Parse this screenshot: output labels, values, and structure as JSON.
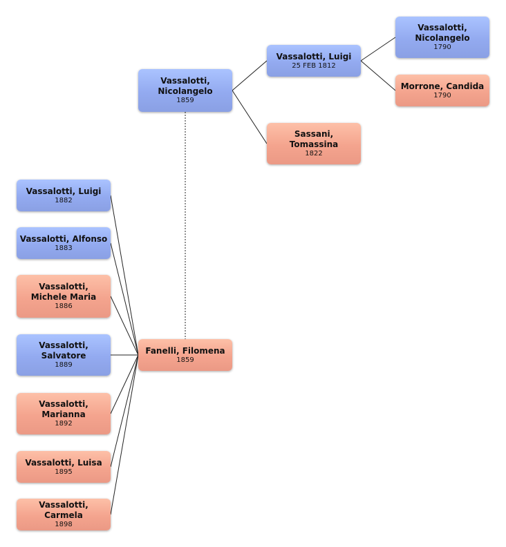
{
  "colors": {
    "male_box": "#93aaf0",
    "female_box": "#f4a48e",
    "connector": "#222222",
    "spouse_link": "#555555"
  },
  "people": {
    "nicolangelo_1859": {
      "name": "Vassalotti, Nicolangelo",
      "date": "1859",
      "sex": "male"
    },
    "luigi_1812": {
      "name": "Vassalotti, Luigi",
      "date": "25 FEB 1812",
      "sex": "male"
    },
    "nicolangelo_1790": {
      "name": "Vassalotti, Nicolangelo",
      "date": "1790",
      "sex": "male"
    },
    "candida_1790": {
      "name": "Morrone, Candida",
      "date": "1790",
      "sex": "female"
    },
    "tomassina_1822": {
      "name": "Sassani, Tomassina",
      "date": "1822",
      "sex": "female"
    },
    "filomena_1859": {
      "name": "Fanelli, Filomena",
      "date": "1859",
      "sex": "female"
    },
    "luigi_1882": {
      "name": "Vassalotti, Luigi",
      "date": "1882",
      "sex": "male"
    },
    "alfonso_1883": {
      "name": "Vassalotti, Alfonso",
      "date": "1883",
      "sex": "male"
    },
    "michele_1886": {
      "name": "Vassalotti, Michele Maria",
      "date": "1886",
      "sex": "female"
    },
    "salvatore_1889": {
      "name": "Vassalotti, Salvatore",
      "date": "1889",
      "sex": "male"
    },
    "marianna_1892": {
      "name": "Vassalotti, Marianna",
      "date": "1892",
      "sex": "female"
    },
    "luisa_1895": {
      "name": "Vassalotti, Luisa",
      "date": "1895",
      "sex": "female"
    },
    "carmela_1898": {
      "name": "Vassalotti, Carmela",
      "date": "1898",
      "sex": "female"
    }
  }
}
